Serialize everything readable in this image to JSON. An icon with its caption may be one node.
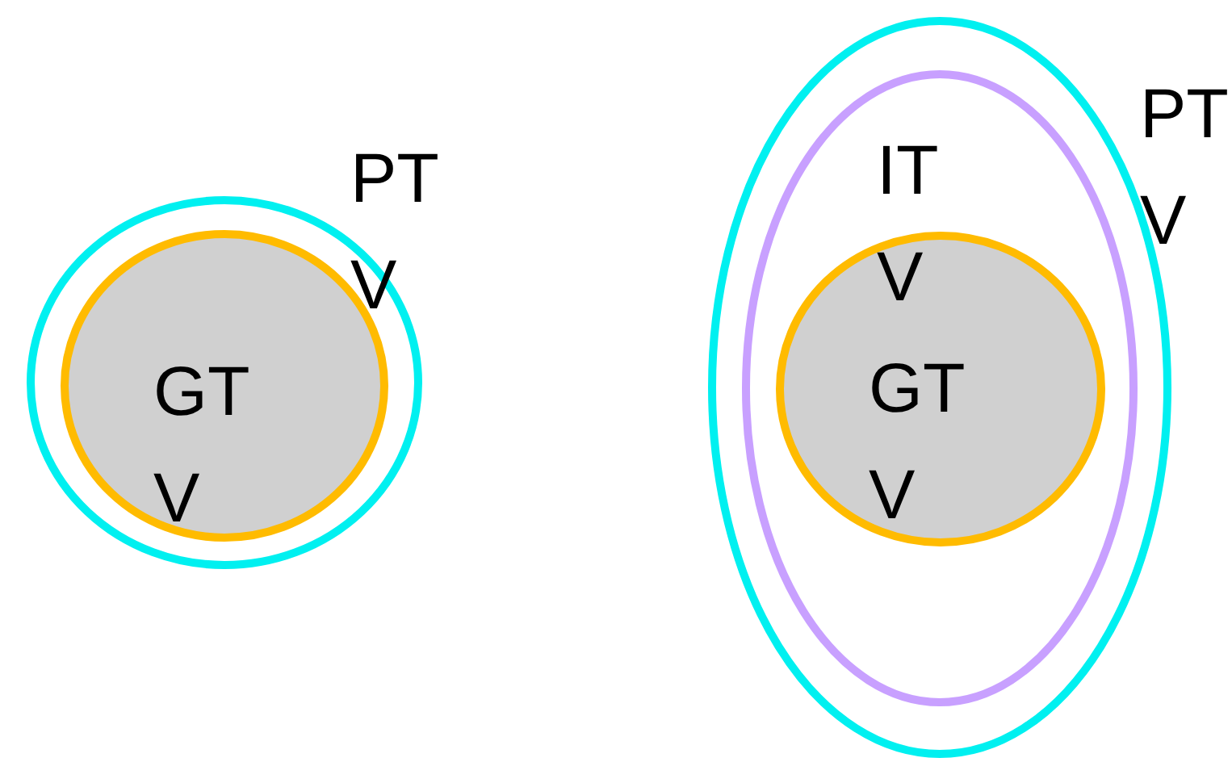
{
  "diagram": {
    "nodes": [
      {
        "text": [
          "PT V"
        ]
      },
      {
        "text": [
          "GT V"
        ],
        "in": 0
      },
      {
        "text": [
          "PT V"
        ]
      },
      {
        "text": [
          "IT V"
        ],
        "in": 2
      },
      {
        "text": [
          "GT V"
        ],
        "in": 3
      }
    ]
  }
}
